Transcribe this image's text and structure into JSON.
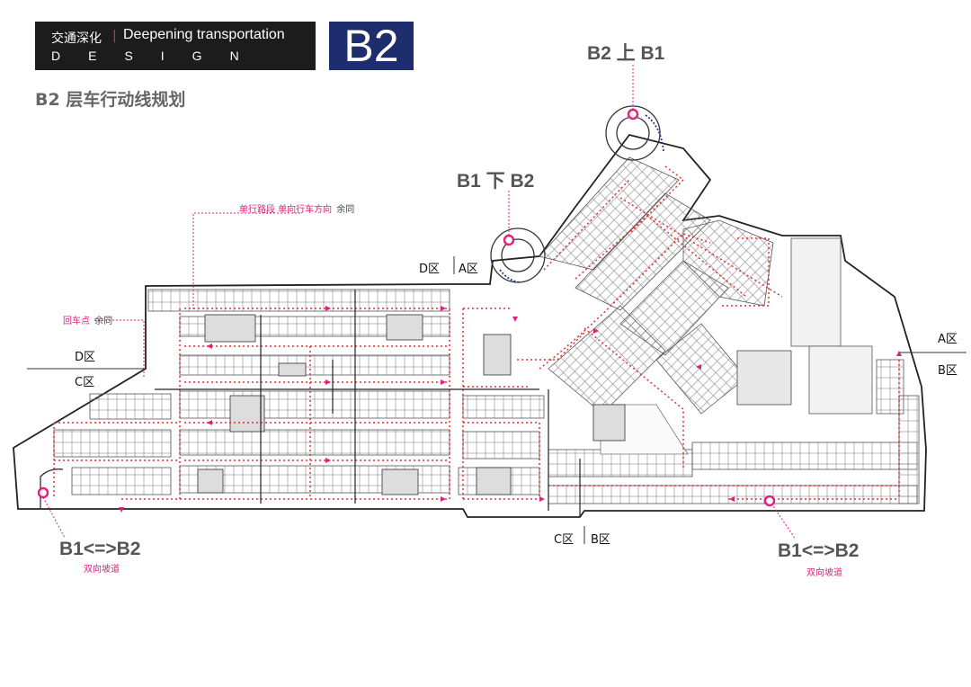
{
  "header": {
    "cn_label": "交通深化",
    "separator": "|",
    "en_label": "Deepening transportation",
    "design_label": "DESIGN",
    "level_badge": "B2"
  },
  "title": "B2 层车行动线规划",
  "ramps": {
    "b2_up_b1": "B2 上 B1",
    "b1_down_b2": "B1 下 B2",
    "left_twoway": "B1<=>B2",
    "left_twoway_sub": "双向坡道",
    "right_twoway": "B1<=>B2",
    "right_twoway_sub": "双向坡道"
  },
  "annotations": {
    "oneway_pink": "单行路段 单向行车方向",
    "oneway_rest": "余同",
    "turn_pink": "回车点",
    "turn_rest": "余同"
  },
  "zones": {
    "d_top": "D区",
    "a_top": "A区",
    "d_left": "D区",
    "c_left": "C区",
    "a_right": "A区",
    "b_right": "B区",
    "c_bottom": "C区",
    "b_bottom": "B区"
  },
  "colors": {
    "accent_pink": "#e0207a",
    "badge_navy": "#1e2d6e",
    "header_dark": "#1c1c1c",
    "route_red": "#e03030"
  }
}
